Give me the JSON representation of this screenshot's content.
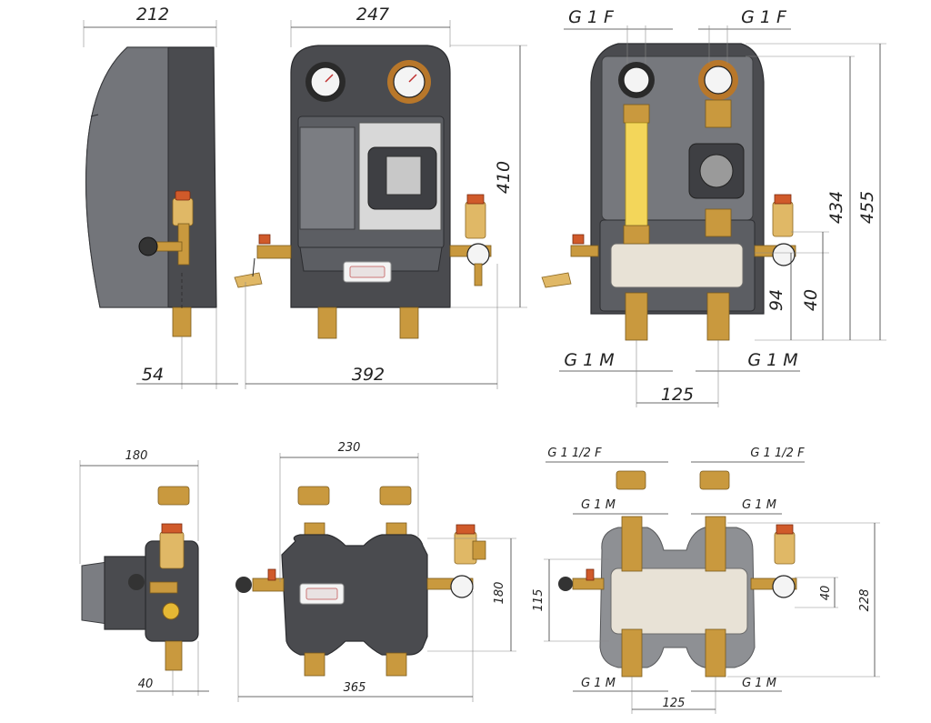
{
  "dimensions": {
    "side_width": "212",
    "front_width": "247",
    "thread_top_left": "G 1 F",
    "thread_top_right": "G 1 F",
    "front_height": "410",
    "inner_height_434": "434",
    "total_height": "455",
    "offset_94": "94",
    "offset_40": "40",
    "side_depth_54": "54",
    "overall_width": "392",
    "thread_bottom_left": "G 1 M",
    "thread_bottom_right": "G 1 M",
    "center_distance_top": "125",
    "bottom_side_180": "180",
    "bottom_front_230": "230",
    "bottom_height_180": "180",
    "bottom_depth_40": "40",
    "bottom_overall_365": "365",
    "plan_thread_top_left": "G 1 1/2 F",
    "plan_thread_top_right": "G 1 1/2 F",
    "plan_gm_top_left": "G 1 M",
    "plan_gm_top_right": "G 1 M",
    "plan_height_115": "115",
    "plan_offset_40": "40",
    "plan_height_228": "228",
    "plan_gm_bottom_left": "G 1 M",
    "plan_gm_bottom_right": "G 1 M",
    "center_distance_bottom": "125"
  },
  "colors": {
    "housing": "#4a4b4f",
    "brass": "#c9993e",
    "flowmeter": "#f3d65a",
    "insulation": "#e8e2d6"
  }
}
